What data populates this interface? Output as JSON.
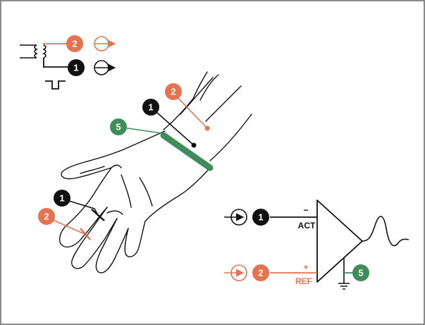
{
  "colors": {
    "black": "#111111",
    "orange": "#e5734f",
    "green": "#3f8e59",
    "frame": "#8a8a8a"
  },
  "legend": {
    "icon": "transformer-source-icon",
    "active_badge": "1",
    "reference_badge": "2"
  },
  "hand": {
    "icon": "hand-with-electrodes-icon",
    "wrist_active_badge": "1",
    "wrist_reference_badge": "2",
    "ground_strap_badge": "5",
    "finger_active_badge": "1",
    "finger_reference_badge": "2"
  },
  "amplifier": {
    "icon": "differential-amplifier-icon",
    "active_badge": "1",
    "active_sign": "−",
    "active_label": "ACT",
    "reference_badge": "2",
    "reference_sign": "+",
    "reference_label": "REF",
    "ground_badge": "5"
  }
}
